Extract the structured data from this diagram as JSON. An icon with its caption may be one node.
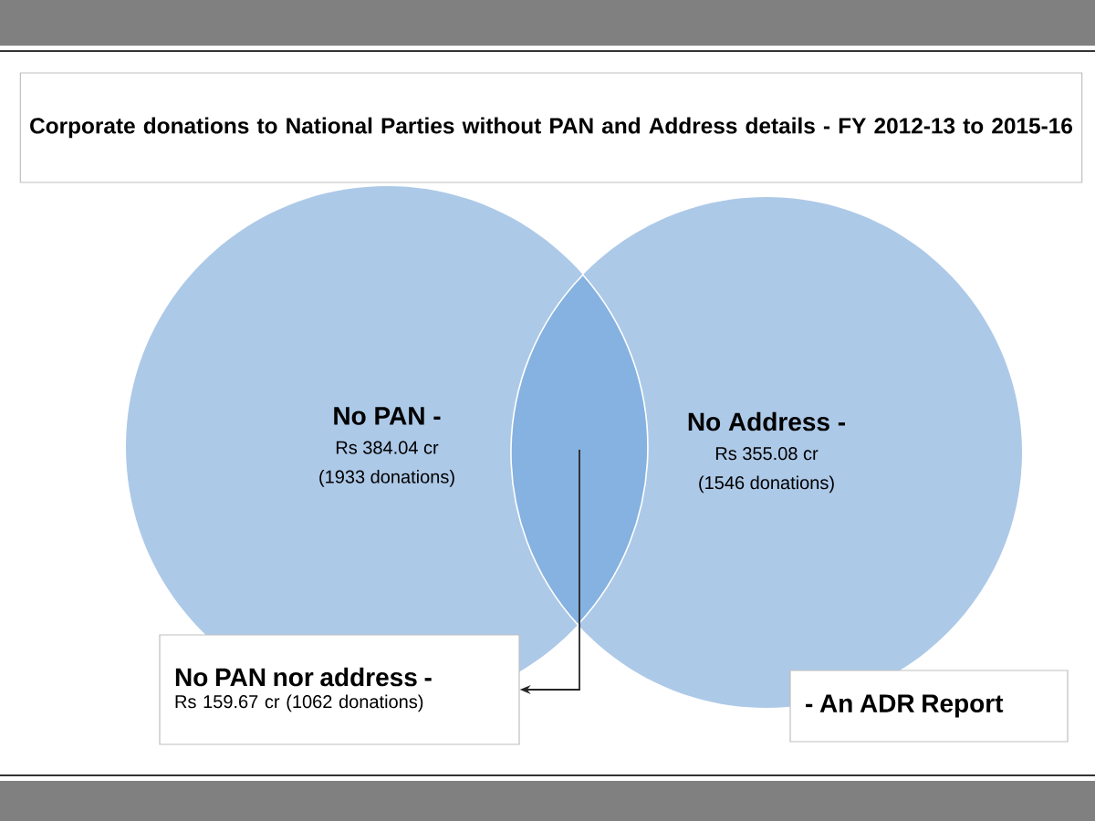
{
  "diagram": {
    "title": "Corporate donations to National Parties without PAN and Address details - FY 2012-13 to 2015-16",
    "nodes": [
      {
        "text": [
          "No PAN -",
          "Rs 384.04 cr",
          "(1933 donations)"
        ]
      },
      {
        "text": [
          "No Address -",
          "Rs 355.08 cr",
          "(1546 donations)"
        ]
      },
      {
        "text": [],
        "shape": "lens"
      },
      {
        "text": [
          "No PAN nor address -",
          "Rs 159.67 cr (1062 donations)"
        ]
      },
      {
        "text": [
          "- An ADR Report"
        ]
      }
    ],
    "edges": [
      {
        "from": 2,
        "to": 3,
        "arrow": "to"
      }
    ]
  }
}
